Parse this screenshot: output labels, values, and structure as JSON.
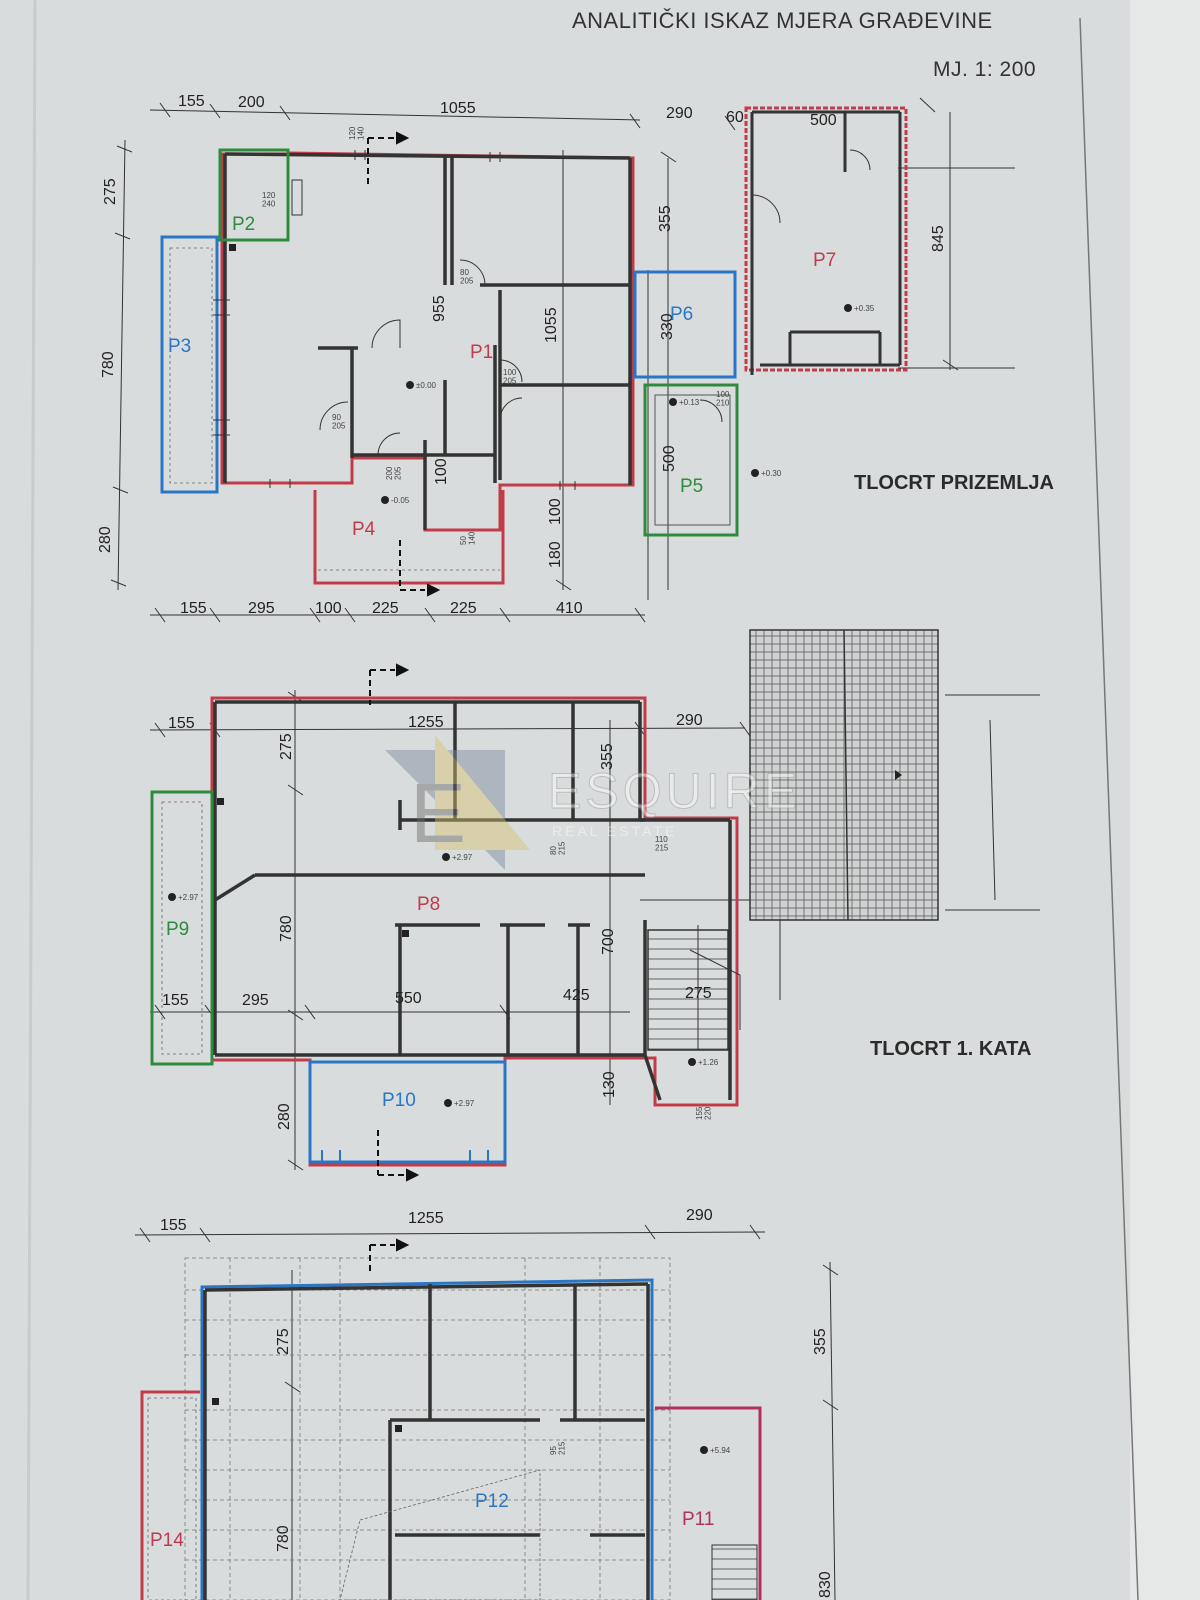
{
  "document": {
    "title": "ANALITIČKI ISKAZ MJERA GRAĐEVINE",
    "scale": "MJ. 1: 200"
  },
  "plans": {
    "ground": {
      "label": "TLOCRT PRIZEMLJA",
      "dims_top": [
        "155",
        "200",
        "1055",
        "290",
        "60",
        "500"
      ],
      "dims_bottom": [
        "155",
        "295",
        "100",
        "225",
        "225",
        "410"
      ],
      "dims_left": [
        "275",
        "780",
        "280"
      ],
      "dims_inner": [
        "955",
        "1055",
        "355",
        "330",
        "500",
        "100",
        "100",
        "180",
        "845"
      ],
      "rooms": {
        "p1": "P1",
        "p2": "P2",
        "p3": "P3",
        "p4": "P4",
        "p5": "P5",
        "p6": "P6",
        "p7": "P7"
      },
      "levels": {
        "l1": "±0.00",
        "l2": "-0.05",
        "l3": "+0.35",
        "l4": "+0.13",
        "l5": "+0.30"
      },
      "openings": {
        "o1": "120\n140",
        "o2": "120\n240",
        "o3": "90\n205",
        "o4": "80\n205",
        "o5": "100\n210",
        "o6": "200\n205",
        "o7": "50\n140",
        "o8": "100\n205"
      }
    },
    "first": {
      "label": "TLOCRT 1. KATA",
      "dims_top": [
        "155",
        "1255",
        "290"
      ],
      "dims_inner": [
        "275",
        "355",
        "780",
        "155",
        "295",
        "550",
        "425",
        "700",
        "275",
        "280",
        "130"
      ],
      "rooms": {
        "p8": "P8",
        "p9": "P9",
        "p10": "P10"
      },
      "levels": {
        "l1": "+2.97",
        "l2": "+2.97",
        "l3": "+2.97",
        "l4": "+1.26"
      },
      "openings": {
        "o1": "110\n215",
        "o2": "80\n215",
        "o3": "155\n220"
      }
    },
    "roof": {
      "dims_top": [
        "155",
        "1255",
        "290"
      ],
      "dims_inner": [
        "275",
        "780",
        "355",
        "830"
      ],
      "rooms": {
        "p11": "P11",
        "p12": "P12",
        "p14": "P14"
      },
      "levels": {
        "l1": "+5.94"
      },
      "openings": {
        "o1": "95\n215"
      }
    }
  },
  "watermark": {
    "name": "ESQUIRE",
    "tagline": "REAL ESTATE",
    "logo_letter": "E"
  },
  "colors": {
    "p1": "#c23b4a",
    "p2": "#2e8a3c",
    "p3": "#2a76c4",
    "p4": "#c23b4a",
    "p5": "#2e8a3c",
    "p6": "#2a76c4",
    "p7": "#c23b4a",
    "p8": "#c23b4a",
    "p9": "#2e8a3c",
    "p10": "#2a76c4",
    "p11": "#b23060",
    "p12": "#2a76c4",
    "p14": "#c23b4a",
    "line": "#333333",
    "paper": "#d9dcdc"
  }
}
